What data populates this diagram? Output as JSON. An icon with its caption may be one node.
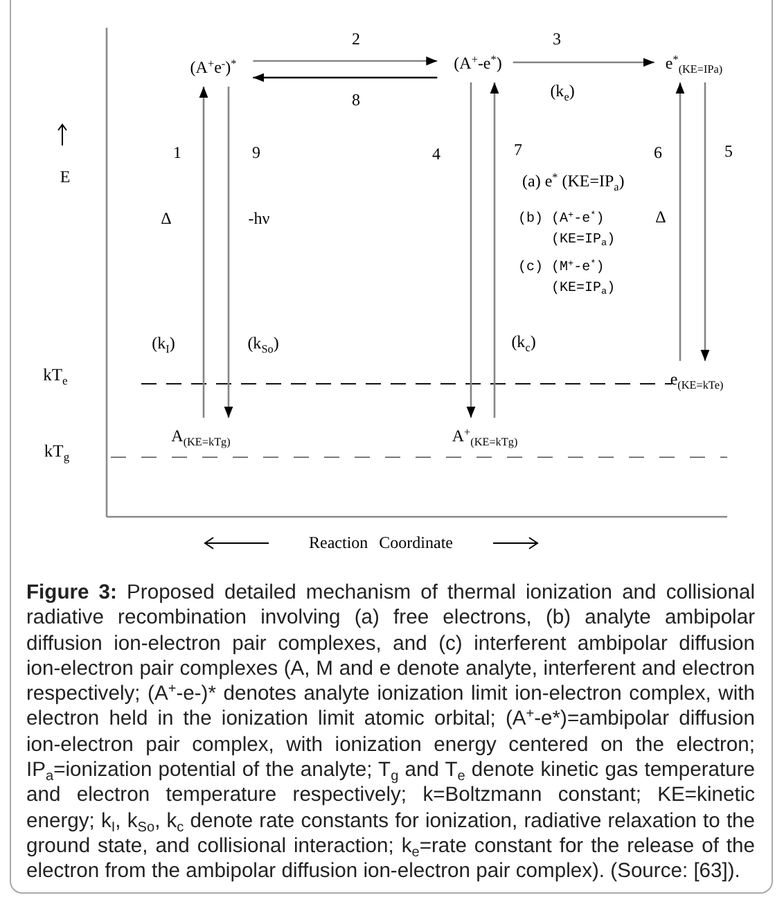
{
  "diagram": {
    "caption": "**Figure 3:** Proposed detailed mechanism of thermal ionization and collisional radiative recombination involving (a) free electrons, (b) analyte ambipolar diffusion ion-electron pair complexes, and (c) interferent ambipolar diffusion ion-electron pair complexes (A, M and e denote analyte, interferent and electron respectively; (A$^{+}$-e-)* denotes analyte ionization limit ion-electron complex, with electron held in the ionization limit atomic orbital; (A$^{+}$-e*)=ambipolar diffusion ion-electron pair complex, with ionization energy centered on the electron; IP$_{a}$=ionization potential of the analyte; T$_{g}$ and T$_{e}$ denote kinetic gas temperature and electron temperature respectively; k=Boltzmann constant; KE=kinetic energy; k$_{I}$, k$_{So}$, k$_{c}$ denote rate constants for ionization, radiative relaxation to the ground state, and collisional interaction; k$_{e}$=rate constant for the release of the electron from the ambipolar diffusion ion-electron pair complex). (Source: [63]).",
    "nodes": [
      {
        "text": [
          "(A$^{+}$e$^{-}$)$^{*}$"
        ]
      },
      {
        "text": [
          "(A$^{+}$-e$^{*}$)"
        ]
      },
      {
        "text": [
          "e$^{*}$$_{(KE=IPa)}$"
        ]
      },
      {
        "text": [
          "e$_{(KE=kTe)}$"
        ]
      },
      {
        "text": [
          "A$_{(KE=kTg)}$"
        ]
      },
      {
        "text": [
          "A$^{+}$$_{(KE=kTg)}$"
        ]
      }
    ],
    "edges": [
      {
        "from": 0,
        "to": 1,
        "arrow": "to",
        "label": "2"
      },
      {
        "from": 1,
        "to": 0,
        "arrow": "to",
        "label": "8",
        "color": "#000000"
      },
      {
        "from": 1,
        "to": 2,
        "arrow": "to",
        "label": "3"
      },
      {
        "from": 4,
        "to": 0,
        "arrow": "to",
        "label": "1"
      },
      {
        "from": 0,
        "to": 4,
        "arrow": "to",
        "label": "9"
      },
      {
        "from": 1,
        "to": 5,
        "arrow": "to",
        "label": "4"
      },
      {
        "from": 5,
        "to": 1,
        "arrow": "to",
        "label": "7"
      },
      {
        "from": 3,
        "to": 2,
        "arrow": "to",
        "label": "6"
      },
      {
        "from": 2,
        "to": 3,
        "arrow": "to",
        "label": "5"
      }
    ],
    "labels": [
      "(k$_{e}$)",
      "E",
      "(a) e$^{*}$ (KE=IP$_{a}$)",
      "Δ",
      "-hν",
      "Δ",
      "(b) (A$^{+}$-e$^{*}$) (KE=IP$_{a}$)",
      "(c) (M$^{+}$-e$^{*}$) (KE=IP$_{a}$)",
      "(k$_{I}$)",
      "(k$_{So}$)",
      "(k$_{c}$)",
      "kT$_{e}$",
      "kT$_{g}$",
      "Reaction Coordinate"
    ]
  }
}
